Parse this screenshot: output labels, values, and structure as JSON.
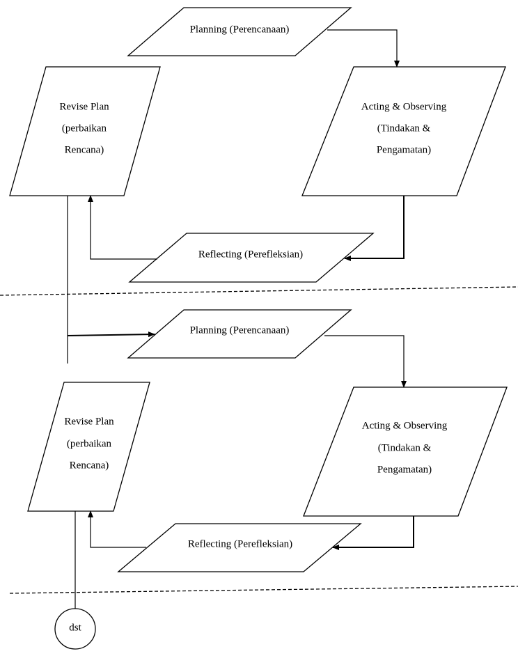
{
  "cycles": [
    {
      "planning": {
        "label": "Planning (Perencanaan)"
      },
      "acting": {
        "lines": [
          "Acting & Observing",
          "(Tindakan &",
          "Pengamatan)"
        ]
      },
      "reflecting": {
        "label": "Reflecting (Perefleksian)"
      },
      "revise": {
        "lines": [
          "Revise Plan",
          "(perbaikan",
          "Rencana)"
        ]
      }
    },
    {
      "planning": {
        "label": "Planning (Perencanaan)"
      },
      "acting": {
        "lines": [
          "Acting & Observing",
          "(Tindakan &",
          "Pengamatan)"
        ]
      },
      "reflecting": {
        "label": "Reflecting (Perefleksian)"
      },
      "revise": {
        "lines": [
          "Revise Plan",
          "(perbaikan",
          "Rencana)"
        ]
      }
    }
  ],
  "end_node": {
    "label": "dst"
  }
}
